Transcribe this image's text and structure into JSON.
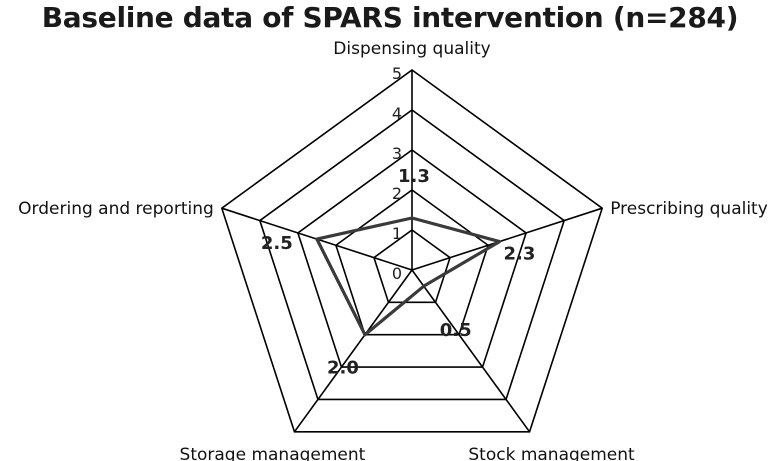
{
  "chart_data": {
    "type": "radar",
    "title": "Baseline data of SPARS intervention (n=284)",
    "axes": [
      "Dispensing quality",
      "Prescribing quality",
      "Stock management",
      "Storage management",
      "Ordering and reporting"
    ],
    "ticks": [
      "0",
      "1",
      "2",
      "3",
      "4",
      "5"
    ],
    "range": [
      0,
      5
    ],
    "series": [
      {
        "values": [
          1.3,
          2.3,
          0.5,
          2.0,
          2.5
        ]
      }
    ],
    "data_labels": [
      "1.3",
      "2.3",
      "0.5",
      "2.0",
      "2.5"
    ],
    "colors": {
      "grid": "#000000",
      "series": "#3a3a3a"
    }
  }
}
